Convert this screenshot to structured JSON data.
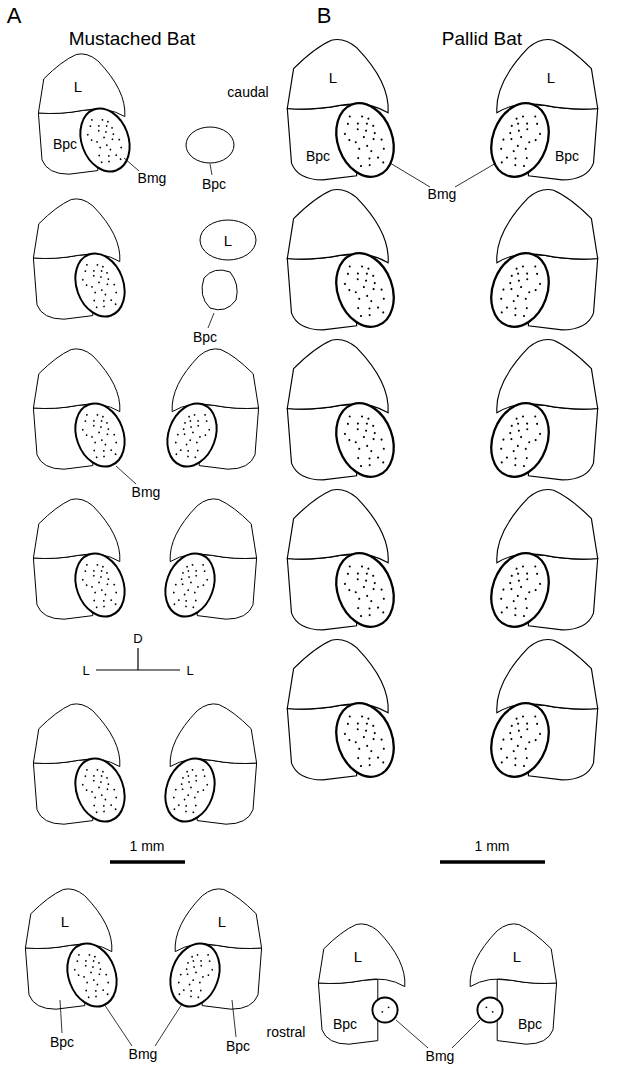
{
  "diagram": {
    "labels": [
      "A",
      "Mustached Bat",
      "B",
      "Pallid Bat",
      "caudal",
      "L",
      "Bmg",
      "Bpc",
      "Bpc",
      "L",
      "Bpc",
      "Bmg",
      "D",
      "L",
      "L",
      "1 mm",
      "L",
      "L",
      "Bpc",
      "Bmg",
      "Bpc",
      "rostral",
      "L",
      "Bpc",
      "Bmg",
      "L",
      "Bpc",
      "1 mm",
      "L",
      "L",
      "Bpc",
      "Bpc",
      "Bmg"
    ]
  }
}
